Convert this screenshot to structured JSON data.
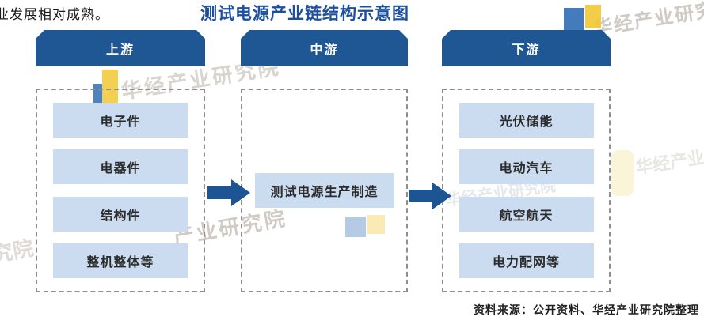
{
  "page": {
    "intro_text": "业发展相对成熟。",
    "title": "测试电源产业链结构示意图",
    "source_note": "资料来源：公开资料、华经产业研究院整理"
  },
  "chain": {
    "columns": [
      {
        "header": "上游",
        "items": [
          "电子件",
          "电器件",
          "结构件",
          "整机整体等"
        ]
      },
      {
        "header": "中游",
        "items": [
          "测试电源生产制造"
        ]
      },
      {
        "header": "下游",
        "items": [
          "光伏储能",
          "电动汽车",
          "航空航天",
          "电力配网等"
        ]
      }
    ]
  },
  "watermarks": {
    "full": "华经产业研究院",
    "partial_mid": "产业研究院",
    "partial_left": "究院",
    "partial_right": "华经产业"
  },
  "colors": {
    "header_blue": "#1f5795",
    "title_blue": "#1d4f9e",
    "item_light_blue": "#cbdcf0",
    "arrow_blue": "#1d5494",
    "dashed_border_gray": "#8f8f8f",
    "text_dark": "#2b2b2b",
    "watermark_logo_blue": "#2f6db5",
    "watermark_logo_yellow": "#f2c832"
  }
}
